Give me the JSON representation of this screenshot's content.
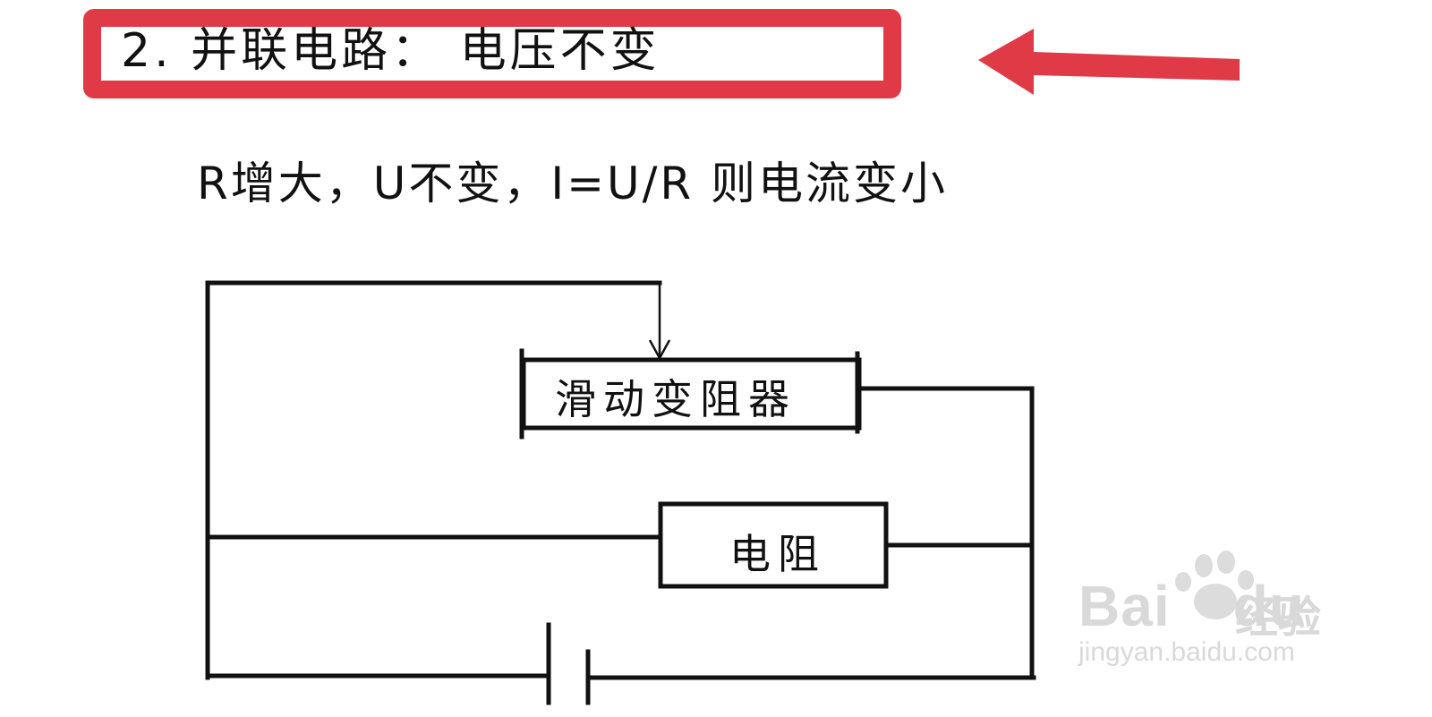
{
  "heading": "2. 并联电路：  电压不变",
  "explanation": "R增大，U不变，I=U/R 则电流变小",
  "circuit": {
    "rheostat_label": "滑动变阻器",
    "resistor_label": "电阻"
  },
  "watermark": {
    "brand": "Bai",
    "brand_tail": "du",
    "chinese": "经验",
    "url": "jingyan.baidu.com"
  },
  "colors": {
    "highlight": "#e03a47",
    "ink": "#111111",
    "watermark": "#d9d9d9"
  }
}
